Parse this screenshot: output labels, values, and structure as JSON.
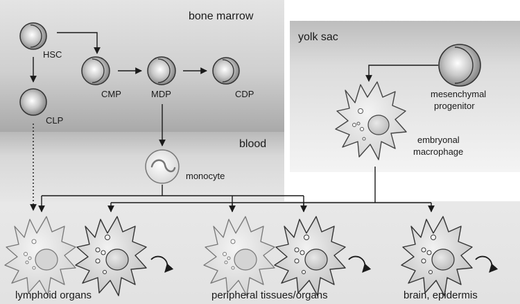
{
  "regions": {
    "bone_marrow": "bone marrow",
    "blood": "blood",
    "yolk_sac": "yolk sac"
  },
  "cells": {
    "hsc": "HSC",
    "clp": "CLP",
    "cmp": "CMP",
    "mdp": "MDP",
    "cdp": "CDP",
    "monocyte": "monocyte",
    "mesenchymal_line1": "mesenchymal",
    "mesenchymal_line2": "progenitor",
    "embryonal_line1": "embryonal",
    "embryonal_line2": "macrophage"
  },
  "destinations": {
    "lymphoid": "lymphoid organs",
    "peripheral": "peripheral tissues/organs",
    "brain": "brain, epidermis"
  },
  "colors": {
    "stroke": "#333333",
    "label": "#1a1a1a"
  }
}
